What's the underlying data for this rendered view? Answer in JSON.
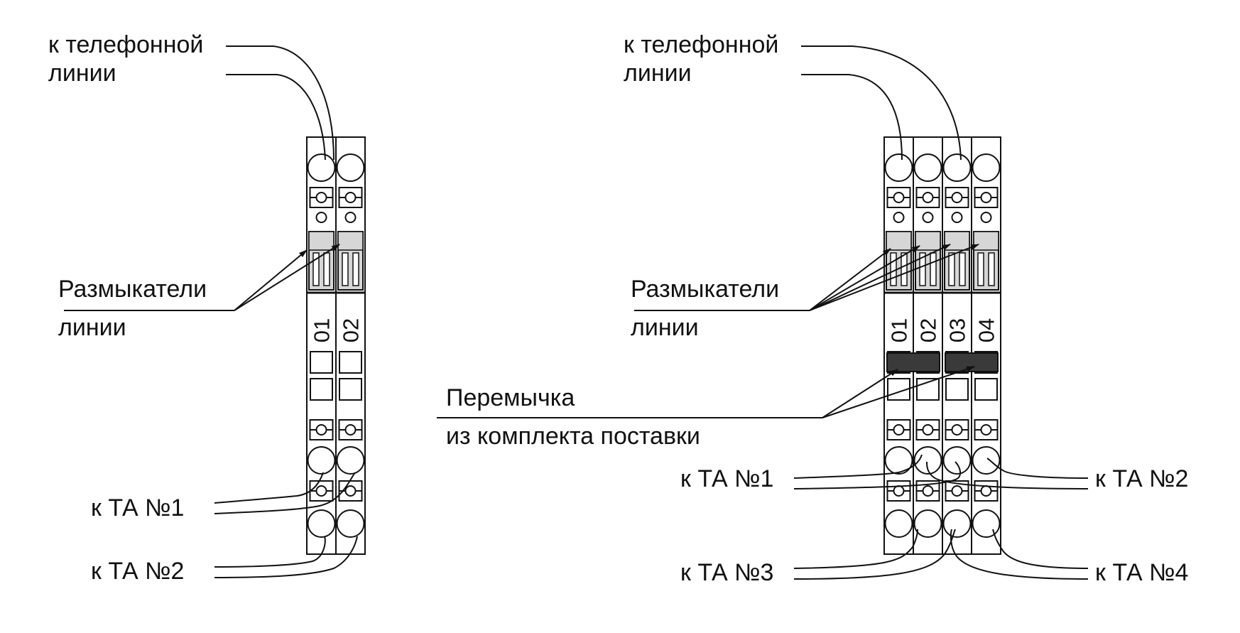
{
  "colors": {
    "ink": "#111111",
    "breaker_fill": "#d6d6d6",
    "jumper_fill": "#3a3a3a",
    "background": "#ffffff"
  },
  "left": {
    "to_phone_line": [
      "к телефонной",
      "линии"
    ],
    "breakers_label": [
      "Размыкатели",
      "линии"
    ],
    "to_ta1": "к ТА №1",
    "to_ta2": "к ТА №2",
    "terminals": [
      "01",
      "02"
    ]
  },
  "right": {
    "to_phone_line": [
      "к телефонной",
      "линии"
    ],
    "breakers_label": [
      "Размыкатели",
      "линии"
    ],
    "jumper_label": [
      "Перемычка",
      "из комплекта поставки"
    ],
    "to_ta1": "к ТА №1",
    "to_ta2": "к ТА №2",
    "to_ta3": "к ТА №3",
    "to_ta4": "к ТА №4",
    "terminals": [
      "01",
      "02",
      "03",
      "04"
    ]
  }
}
